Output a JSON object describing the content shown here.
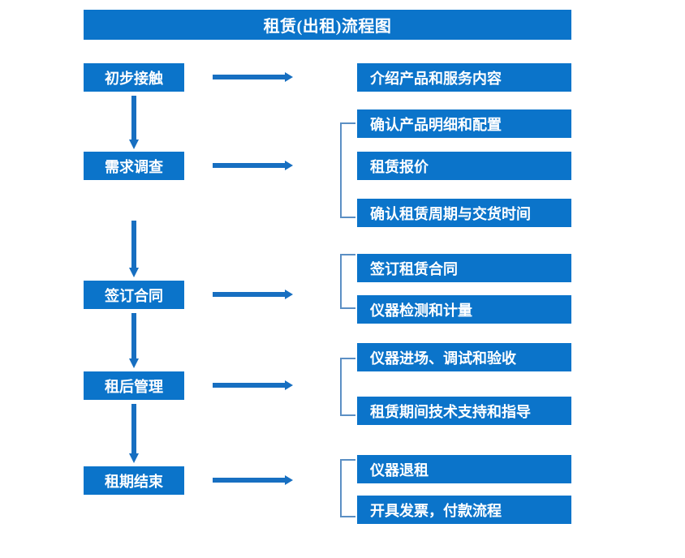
{
  "title": "租赁(出租)流程图",
  "theme": {
    "box_fill": "#0b74ca",
    "box_text": "#ffffff",
    "arrow_color": "#176fc1",
    "bracket_color": "#5b8fc4",
    "background": "#ffffff"
  },
  "stages": [
    {
      "id": "stage-1",
      "label": "初步接触",
      "arrow": "right-arrow",
      "bracket": false,
      "details": [
        {
          "label": "介绍产品和服务内容"
        }
      ]
    },
    {
      "id": "stage-2",
      "label": "需求调查",
      "arrow": "right-arrow",
      "bracket": true,
      "details": [
        {
          "label": "确认产品明细和配置"
        },
        {
          "label": "租赁报价"
        },
        {
          "label": "确认租赁周期与交货时间"
        }
      ]
    },
    {
      "id": "stage-3",
      "label": "签订合同",
      "arrow": "right-arrow",
      "bracket": true,
      "details": [
        {
          "label": "签订租赁合同"
        },
        {
          "label": "仪器检测和计量"
        }
      ]
    },
    {
      "id": "stage-4",
      "label": "租后管理",
      "arrow": "right-arrow",
      "bracket": true,
      "details": [
        {
          "label": "仪器进场、调试和验收"
        },
        {
          "label": "租赁期间技术支持和指导"
        }
      ]
    },
    {
      "id": "stage-5",
      "label": "租期结束",
      "arrow": "right-arrow",
      "bracket": true,
      "details": [
        {
          "label": "仪器退租"
        },
        {
          "label": "开具发票，付款流程"
        }
      ]
    }
  ],
  "connectors": [
    {
      "from": "初步接触",
      "to": "需求调查"
    },
    {
      "from": "需求调查",
      "to": "签订合同"
    },
    {
      "from": "签订合同",
      "to": "租后管理"
    },
    {
      "from": "租后管理",
      "to": "租期结束"
    }
  ]
}
